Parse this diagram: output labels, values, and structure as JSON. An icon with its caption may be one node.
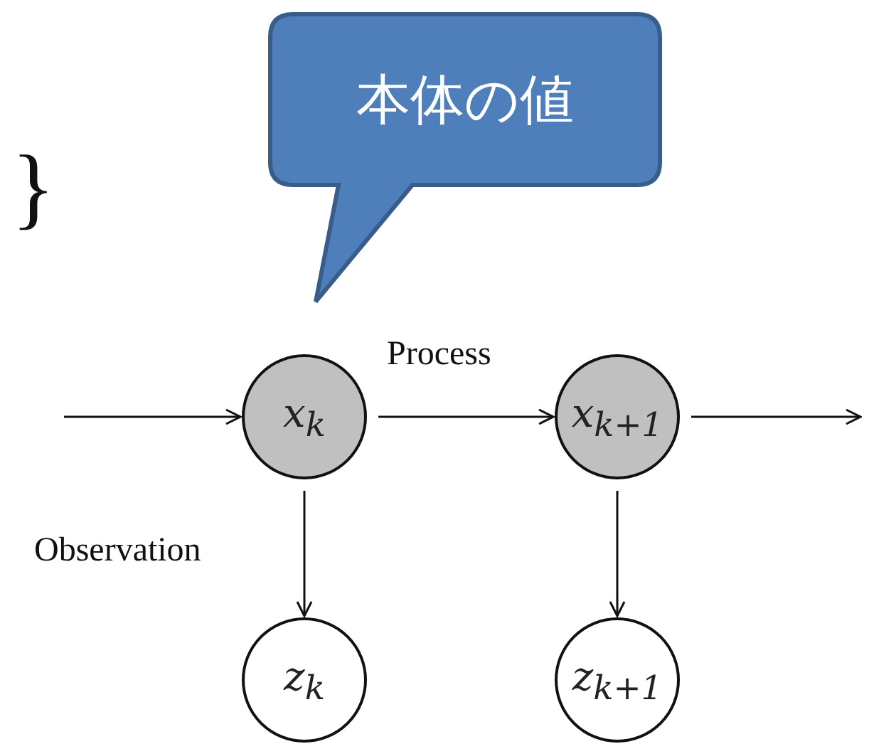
{
  "diagram": {
    "nodes": [
      {
        "text": [
          "本体の値"
        ]
      },
      {
        "text": [
          "x$_{k}$"
        ]
      },
      {
        "text": [
          "x$_{k+1}$"
        ]
      },
      {
        "text": [
          "z$_{k}$"
        ]
      },
      {
        "text": [
          "z$_{k+1}$"
        ]
      }
    ],
    "edges": [
      {
        "from": null,
        "to": 1,
        "arrow": "to"
      },
      {
        "from": 1,
        "to": 2,
        "arrow": "to",
        "label": "Process"
      },
      {
        "from": 2,
        "to": null,
        "arrow": "to"
      },
      {
        "from": 1,
        "to": 3,
        "arrow": "to",
        "label": "Observation"
      },
      {
        "from": 2,
        "to": 4,
        "arrow": "to"
      }
    ],
    "labels": [
      "}"
    ]
  }
}
